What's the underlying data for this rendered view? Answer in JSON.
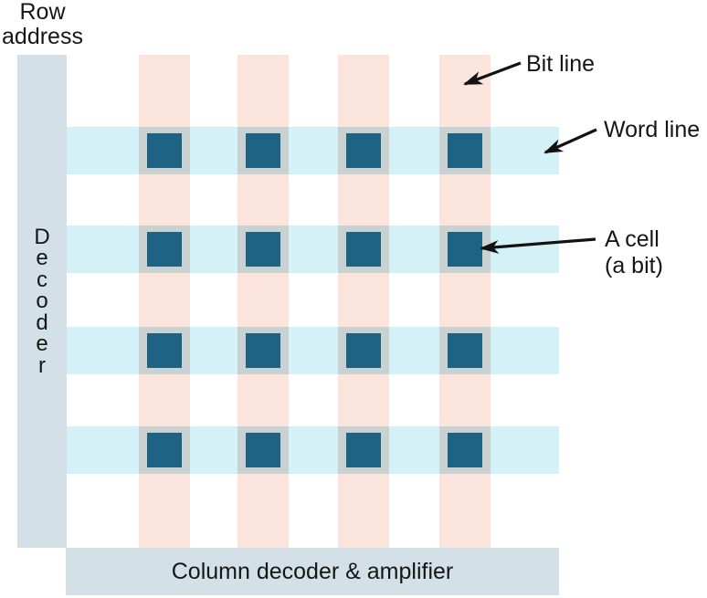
{
  "labels": {
    "row_address_lines": [
      "Row",
      "address"
    ],
    "decoder": "Decoder",
    "column_decoder": "Column decoder & amplifier",
    "bit_line": "Bit line",
    "word_line": "Word line",
    "cell_lines": [
      "A cell",
      "(a bit)"
    ]
  },
  "grid": {
    "bit_lines": 4,
    "word_lines": 4,
    "cells": 16
  },
  "colors": {
    "bit_line_stripe": "#fae4db",
    "word_line_stripe": "#d4f1f7",
    "overlap": "#c9d2d1",
    "cell": "#1f6384",
    "decoder_bar": "#d4e0e8",
    "arrow": "#121212",
    "background": "#ffffff"
  }
}
